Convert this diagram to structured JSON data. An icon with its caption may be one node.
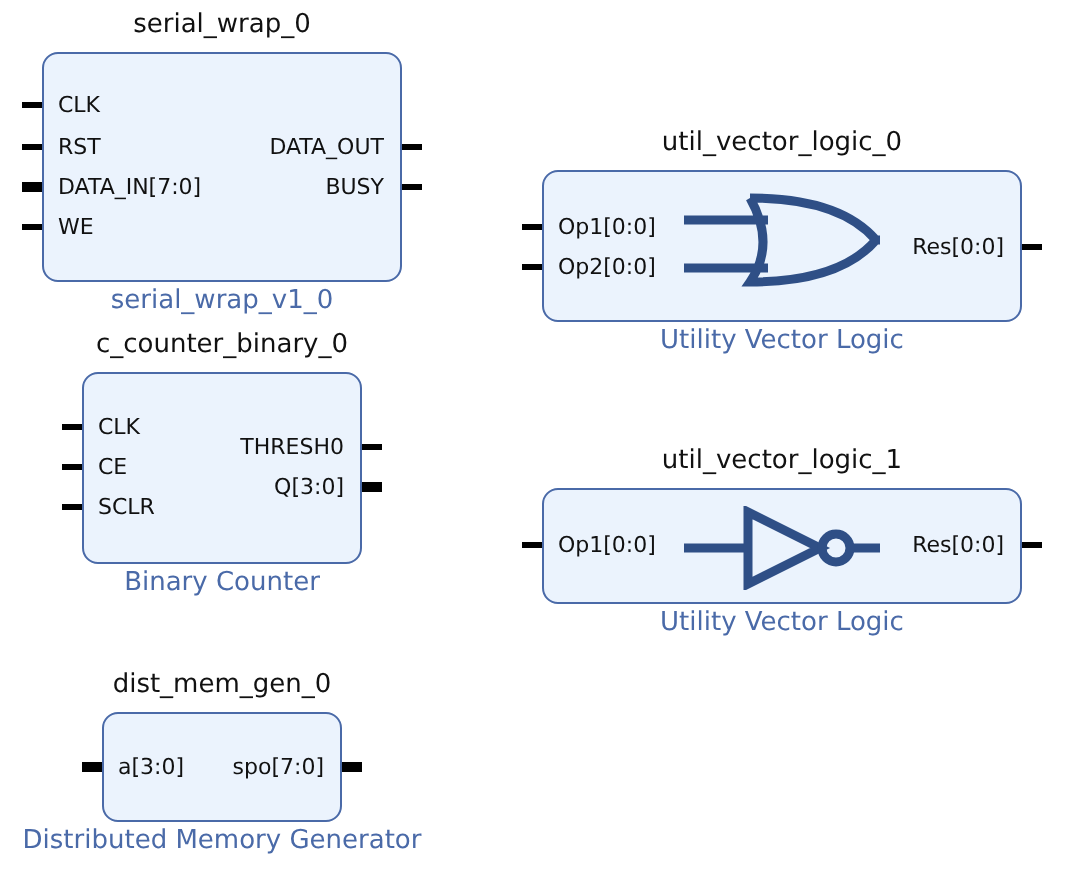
{
  "diagram": {
    "nodes": [
      {
        "text": [
          "serial_wrap_0",
          "CLK",
          "RST",
          "DATA_IN[7:0]",
          "WE",
          "DATA_OUT",
          "BUSY"
        ],
        "beside": [
          "serial_wrap_v1_0"
        ]
      },
      {
        "text": [
          "c_counter_binary_0",
          "CLK",
          "CE",
          "SCLR",
          "THRESH0",
          "Q[3:0]"
        ],
        "beside": [
          "Binary Counter"
        ]
      },
      {
        "text": [
          "dist_mem_gen_0",
          "a[3:0]",
          "spo[7:0]"
        ],
        "beside": [
          "Distributed Memory Generator"
        ]
      },
      {
        "text": [
          "util_vector_logic_0",
          "Op1[0:0]",
          "Op2[0:0]",
          "Res[0:0]"
        ],
        "beside": [
          "Utility Vector Logic"
        ]
      },
      {
        "text": [
          "util_vector_logic_1",
          "Op1[0:0]",
          "Res[0:0]"
        ],
        "beside": [
          "Utility Vector Logic"
        ]
      }
    ]
  }
}
